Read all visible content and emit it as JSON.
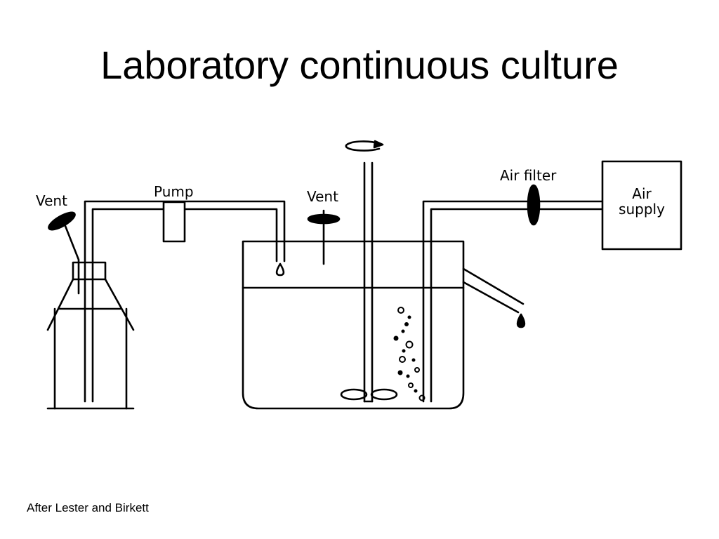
{
  "slide": {
    "title": "Laboratory continuous culture",
    "credit": "After Lester and Birkett"
  },
  "diagram": {
    "labels": {
      "vent_left": "Vent",
      "pump": "Pump",
      "vent_center": "Vent",
      "air_filter": "Air filter",
      "air_supply_line1": "Air",
      "air_supply_line2": "supply"
    }
  },
  "colors": {
    "ink": "#000000",
    "background": "#ffffff"
  }
}
